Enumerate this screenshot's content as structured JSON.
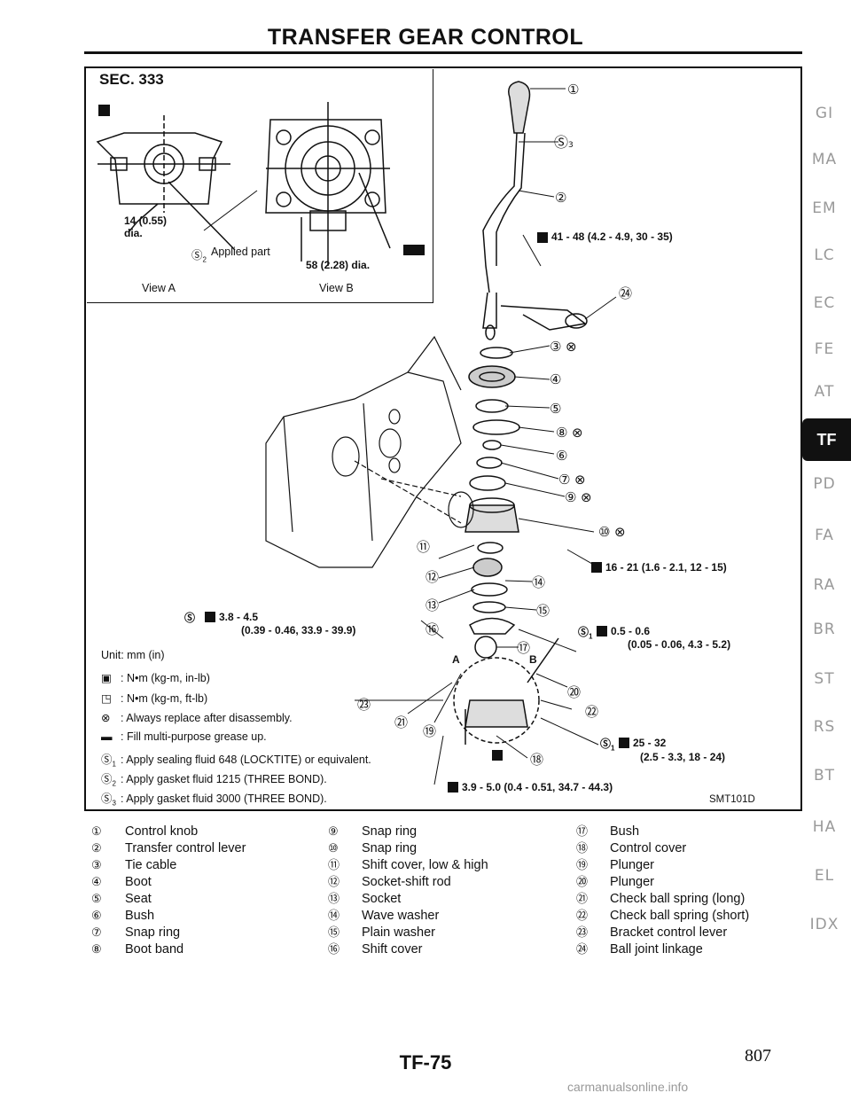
{
  "title": "TRANSFER GEAR CONTROL",
  "figure": {
    "section": "SEC. 333",
    "view_a": "View A",
    "view_b": "View B",
    "dia_14": "14 (0.55)",
    "dia_14b": "dia.",
    "applied_part": "Applied part",
    "dia_58": "58 (2.28) dia.",
    "torque_41": "41 - 48 (4.2 - 4.9, 30 - 35)",
    "torque_16": "16 - 21 (1.6 - 2.1, 12 - 15)",
    "torque_38a": "3.8 - 4.5",
    "torque_38b": "(0.39 - 0.46, 33.9 - 39.9)",
    "torque_05a": "0.5 - 0.6",
    "torque_05b": "(0.05 - 0.06, 4.3 - 5.2)",
    "torque_25a": "25 - 32",
    "torque_25b": "(2.5 - 3.3, 18 - 24)",
    "torque_39": "3.9 - 5.0 (0.4 - 0.51, 34.7 - 44.3)",
    "label_a": "A",
    "label_b": "B",
    "code": "SMT101D",
    "legend": {
      "unit": "Unit: mm (in)",
      "nm_inlb": ": N•m (kg-m, in-lb)",
      "nm_ftlb": ": N•m (kg-m, ft-lb)",
      "replace": ": Always replace after disassembly.",
      "grease": ": Fill multi-purpose grease up.",
      "s1": ": Apply sealing fluid 648 (LOCKTITE) or equivalent.",
      "s2": ": Apply gasket fluid 1215 (THREE BOND).",
      "s3": ": Apply gasket fluid 3000 (THREE BOND)."
    }
  },
  "parts": {
    "col1": [
      {
        "num": "①",
        "name": "Control knob"
      },
      {
        "num": "②",
        "name": "Transfer control lever"
      },
      {
        "num": "③",
        "name": "Tie cable"
      },
      {
        "num": "④",
        "name": "Boot"
      },
      {
        "num": "⑤",
        "name": "Seat"
      },
      {
        "num": "⑥",
        "name": "Bush"
      },
      {
        "num": "⑦",
        "name": "Snap ring"
      },
      {
        "num": "⑧",
        "name": "Boot band"
      }
    ],
    "col2": [
      {
        "num": "⑨",
        "name": "Snap ring"
      },
      {
        "num": "⑩",
        "name": "Snap ring"
      },
      {
        "num": "⑪",
        "name": "Shift cover, low & high"
      },
      {
        "num": "⑫",
        "name": "Socket-shift rod"
      },
      {
        "num": "⑬",
        "name": "Socket"
      },
      {
        "num": "⑭",
        "name": "Wave washer"
      },
      {
        "num": "⑮",
        "name": "Plain washer"
      },
      {
        "num": "⑯",
        "name": "Shift cover"
      }
    ],
    "col3": [
      {
        "num": "⑰",
        "name": "Bush"
      },
      {
        "num": "⑱",
        "name": "Control cover"
      },
      {
        "num": "⑲",
        "name": "Plunger"
      },
      {
        "num": "⑳",
        "name": "Plunger"
      },
      {
        "num": "㉑",
        "name": "Check ball spring (long)"
      },
      {
        "num": "㉒",
        "name": "Check ball spring (short)"
      },
      {
        "num": "㉓",
        "name": "Bracket control lever"
      },
      {
        "num": "㉔",
        "name": "Ball joint linkage"
      }
    ]
  },
  "index": [
    "GI",
    "MA",
    "EM",
    "LC",
    "EC",
    "FE",
    "AT",
    "TF",
    "PD",
    "FA",
    "RA",
    "BR",
    "ST",
    "RS",
    "BT",
    "HA",
    "EL",
    "IDX"
  ],
  "index_active": "TF",
  "page_code": "TF-75",
  "page_number": "807",
  "watermark": "carmanualsonline.info"
}
